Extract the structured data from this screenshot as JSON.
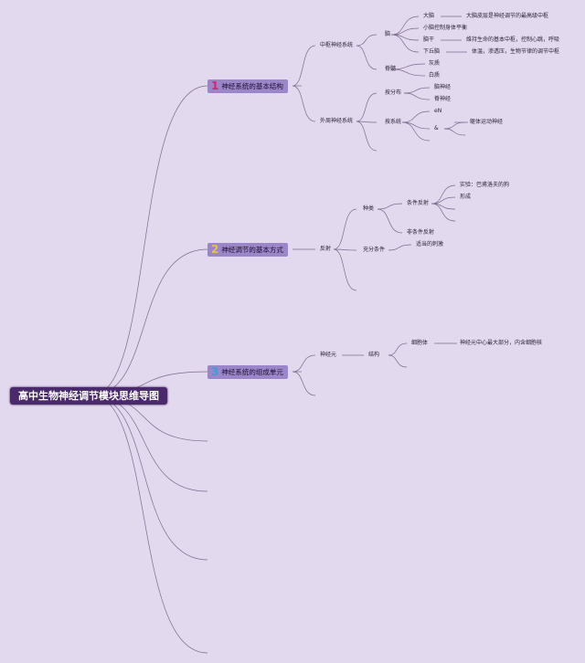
{
  "title": "高中生物神经调节模块思维导图",
  "colors": {
    "background": "#e3d9ef",
    "root": "#4a2a6a",
    "topic": "#9a86c8",
    "num1": "#d6246e",
    "num2": "#e8c43a",
    "num3": "#3aa0d8"
  },
  "topics": [
    {
      "num": "1",
      "label": "神经系统的基本结构"
    },
    {
      "num": "2",
      "label": "神经调节的基本方式"
    },
    {
      "num": "3",
      "label": "神经系统的组成单元"
    }
  ],
  "nodes": {
    "central": "中枢神经系统",
    "brain": "脑",
    "cerebrum": "大脑",
    "cerebrum_desc": "大脑皮层是神经调节的最高级中枢",
    "cerebellum": "小脑控制身体平衡",
    "brainstem": "脑干",
    "brainstem_desc": "维持生命的基本中枢，控制心跳，呼吸",
    "hypothalamus": "下丘脑",
    "hypothalamus_desc": "体温，渗透压，生物节律的调节中枢",
    "spinal_cord": "脊髓",
    "gray_matter": "灰质",
    "white_matter": "白质",
    "peripheral": "外周神经系统",
    "by_distribution": "按分布",
    "cranial_nerves": "脑神经",
    "spinal_nerves": "脊神经",
    "by_function": "按系统",
    "ans": "eN",
    "somatic": "&",
    "somatic_desc": "躯体运动神经",
    "reflex": "反射",
    "types": "种类",
    "conditioned": "条件反射",
    "experiment": "实验：巴甫洛夫的狗",
    "formation": "形成",
    "unconditioned": "非条件反射",
    "sufficient": "充分条件",
    "stimulus": "适当的刺激",
    "neuron": "神经元",
    "structure": "结构",
    "cell_body": "细胞体",
    "cell_body_desc": "神经元中心最大部分，内含细胞核"
  }
}
